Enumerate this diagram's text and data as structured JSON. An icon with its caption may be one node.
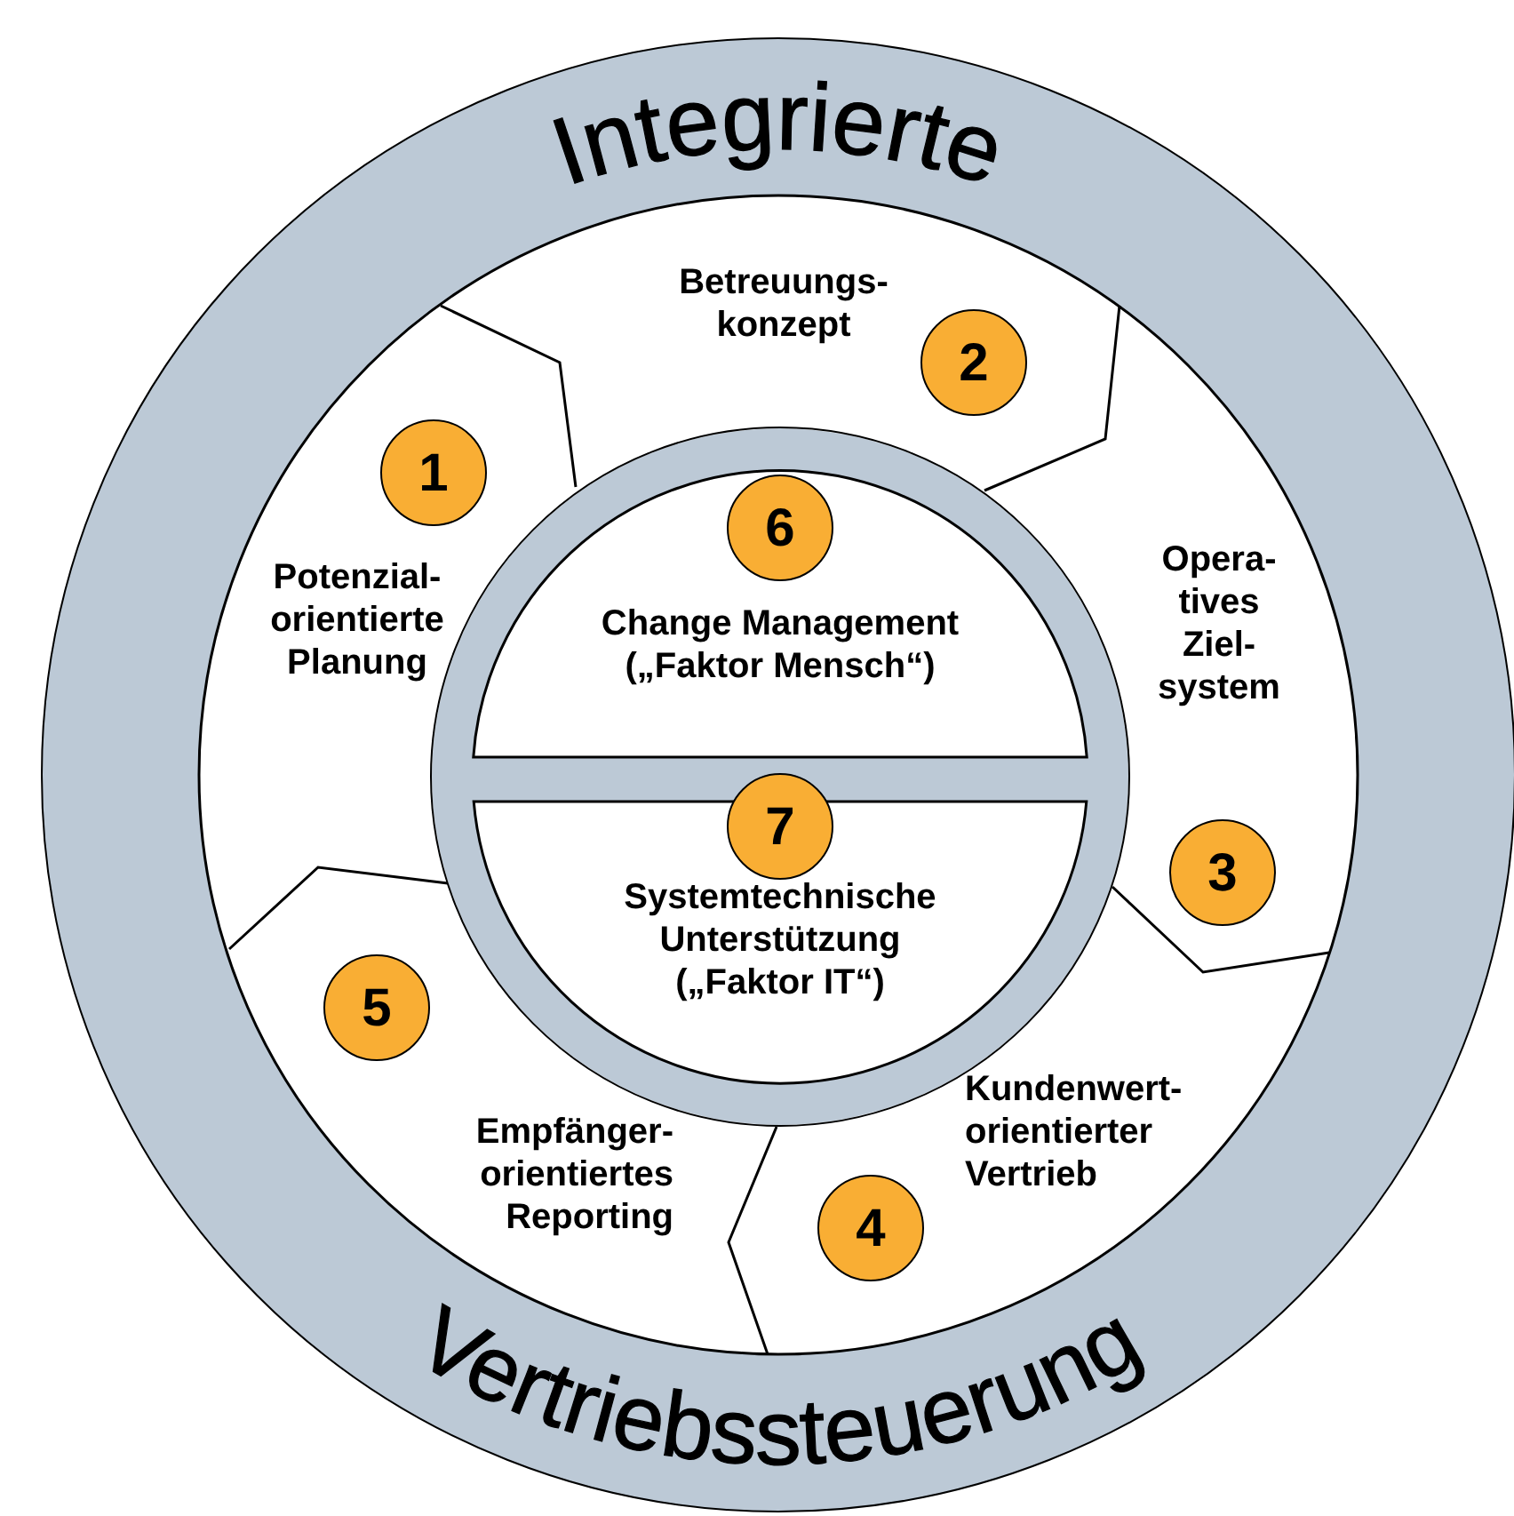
{
  "diagram": {
    "nodes": [
      {
        "text": [
          "Integrierte",
          "Vertriebssteuerung"
        ]
      },
      {
        "text": [
          "Potenzial- orientierte Planung"
        ],
        "in": 0
      },
      {
        "text": [
          "1"
        ],
        "in": 1
      },
      {
        "text": [
          "Betreuungs- konzept"
        ],
        "in": 0
      },
      {
        "text": [
          "2"
        ],
        "in": 3
      },
      {
        "text": [
          "Opera- tives Ziel- system"
        ],
        "in": 0
      },
      {
        "text": [
          "3"
        ],
        "in": 5
      },
      {
        "text": [
          "Kundenwert- orientierter Vertrieb"
        ],
        "in": 0
      },
      {
        "text": [
          "4"
        ],
        "in": 7
      },
      {
        "text": [
          "Empfänger- orientiertes Reporting"
        ],
        "in": 0
      },
      {
        "text": [
          "5"
        ],
        "in": 9
      },
      {
        "text": [],
        "shape": "circle",
        "in": 0
      },
      {
        "text": [
          "Change Management („Faktor Mensch“)"
        ],
        "in": 11
      },
      {
        "text": [
          "6"
        ],
        "in": 12
      },
      {
        "text": [
          "Systemtechnische Unterstützung („Faktor IT“)"
        ],
        "in": 11
      },
      {
        "text": [
          "7"
        ],
        "in": 11
      }
    ]
  }
}
